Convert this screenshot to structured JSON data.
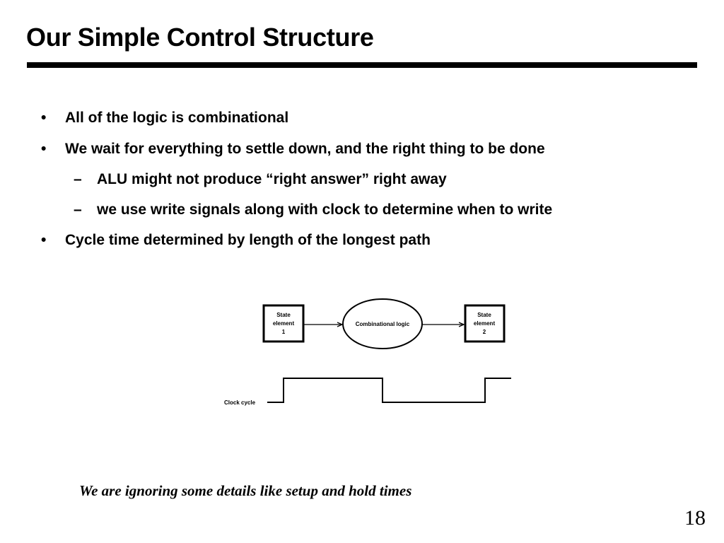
{
  "title": "Our Simple Control Structure",
  "bullets": [
    {
      "level": 1,
      "marker": "•",
      "text": "All of the logic is combinational"
    },
    {
      "level": 1,
      "marker": "•",
      "text": "We wait for everything to settle down, and the right thing to be done"
    },
    {
      "level": 2,
      "marker": "–",
      "text": "ALU might not produce “right answer” right away"
    },
    {
      "level": 2,
      "marker": "–",
      "text": "we use write signals along with clock to determine when to write"
    },
    {
      "level": 1,
      "marker": "•",
      "text": "Cycle time determined by length of the longest path"
    }
  ],
  "diagram": {
    "state_element_1": {
      "line1": "State",
      "line2": "element",
      "line3": "1"
    },
    "combinational_logic": "Combinational logic",
    "state_element_2": {
      "line1": "State",
      "line2": "element",
      "line3": "2"
    },
    "clock_label": "Clock cycle"
  },
  "footnote": "We are ignoring some details like setup and hold times",
  "page_number": "18"
}
